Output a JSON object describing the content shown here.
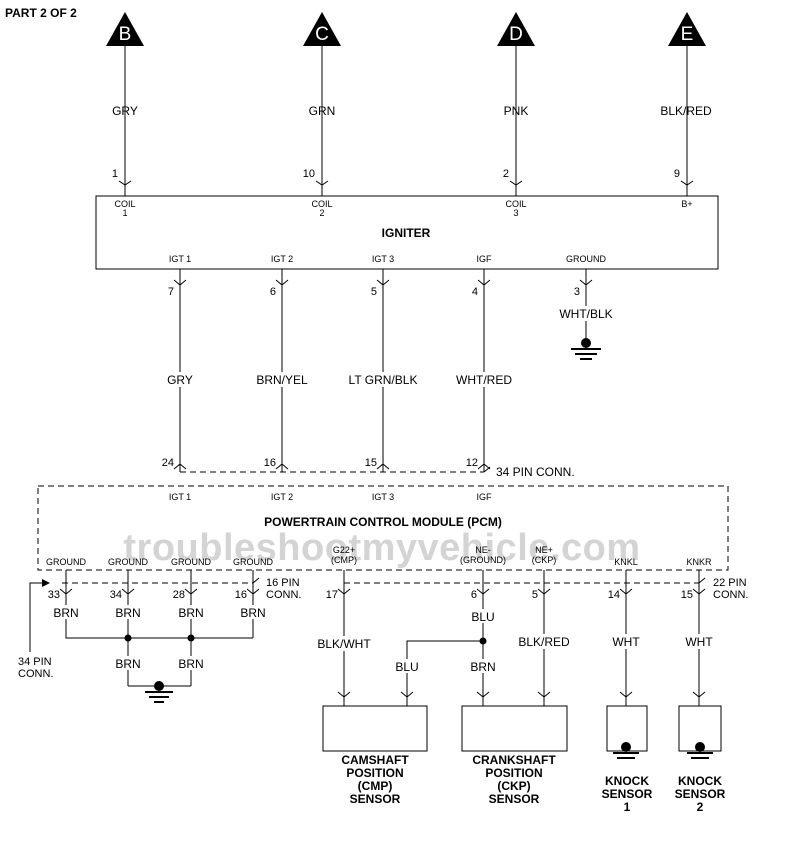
{
  "page_label": "PART 2 OF 2",
  "watermark": "troubleshootmyvehicle.com",
  "top_connectors": [
    {
      "letter": "B",
      "wire": "GRY",
      "pin": "1",
      "term": [
        "COIL",
        "1"
      ]
    },
    {
      "letter": "C",
      "wire": "GRN",
      "pin": "10",
      "term": [
        "COIL",
        "2"
      ]
    },
    {
      "letter": "D",
      "wire": "PNK",
      "pin": "2",
      "term": [
        "COIL",
        "3"
      ]
    },
    {
      "letter": "E",
      "wire": "BLK/RED",
      "pin": "9",
      "term": [
        "B+"
      ]
    }
  ],
  "igniter": {
    "title": "IGNITER",
    "outputs": [
      {
        "label": "IGT 1",
        "pin": "7"
      },
      {
        "label": "IGT 2",
        "pin": "6"
      },
      {
        "label": "IGT 3",
        "pin": "5"
      },
      {
        "label": "IGF",
        "pin": "4"
      },
      {
        "label": "GROUND",
        "pin": "3"
      }
    ],
    "ground_wire": "WHT/BLK"
  },
  "igniter_wires": [
    {
      "color": "GRY",
      "pcm_pin": "24"
    },
    {
      "color": "BRN/YEL",
      "pcm_pin": "16"
    },
    {
      "color": "LT GRN/BLK",
      "pcm_pin": "15"
    },
    {
      "color": "WHT/RED",
      "pcm_pin": "12"
    }
  ],
  "pcm": {
    "title": "POWERTRAIN CONTROL MODULE (PCM)",
    "top_terms": [
      "IGT 1",
      "IGT 2",
      "IGT 3",
      "IGF"
    ],
    "top_conn": "34 PIN CONN.",
    "bottom_terms": [
      [
        "GROUND"
      ],
      [
        "GROUND"
      ],
      [
        "GROUND"
      ],
      [
        "GROUND"
      ],
      [
        "G22+",
        "(CMP)"
      ],
      [
        "NE-",
        "(GROUND)"
      ],
      [
        "NE+",
        "(CKP)"
      ],
      [
        "KNKL"
      ],
      [
        "KNKR"
      ]
    ]
  },
  "ground_section": {
    "pins": [
      "33",
      "34",
      "28",
      "16"
    ],
    "wire": "BRN",
    "conn16": [
      "16 PIN",
      "CONN."
    ],
    "conn34": [
      "34 PIN",
      "CONN."
    ]
  },
  "sensor_section": {
    "pins": [
      "17",
      "6",
      "5",
      "14",
      "15"
    ],
    "conn22": [
      "22 PIN",
      "CONN."
    ],
    "wires": [
      "BLK/WHT",
      "BLU",
      "BLK/RED",
      "WHT",
      "WHT"
    ],
    "cmp_shield": "BLU",
    "ckp_shield": "BRN"
  },
  "sensors": [
    {
      "lines": [
        "CAMSHAFT",
        "POSITION",
        "(CMP)",
        "SENSOR"
      ]
    },
    {
      "lines": [
        "CRANKSHAFT",
        "POSITION",
        "(CKP)",
        "SENSOR"
      ]
    },
    {
      "lines": [
        "KNOCK",
        "SENSOR",
        "1"
      ]
    },
    {
      "lines": [
        "KNOCK",
        "SENSOR",
        "2"
      ]
    }
  ]
}
